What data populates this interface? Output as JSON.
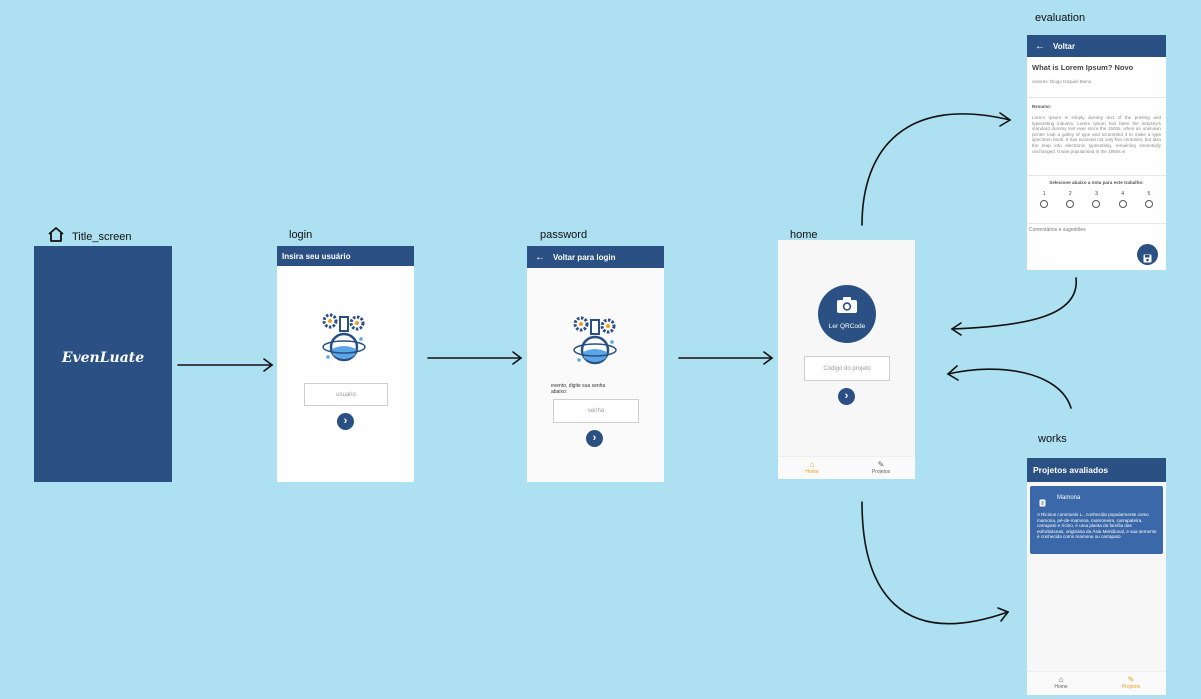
{
  "labels": {
    "title_screen": "Title_screen",
    "login": "login",
    "password": "password",
    "home": "home",
    "evaluation": "evaluation",
    "works": "works"
  },
  "title_screen": {
    "logo_text": "EvenLuate",
    "bg_color": "#2b5083"
  },
  "login": {
    "appbar_title": "Insira seu usuário",
    "input_placeholder": "usuario",
    "illustration": "science-flask-gears-icon",
    "next_icon": "chevron-right-icon"
  },
  "password": {
    "appbar_title": "Voltar para login",
    "hint_line1": "evento, digite sua senha",
    "hint_line2": "abaixo:",
    "input_placeholder": "senha",
    "next_icon": "chevron-right-icon"
  },
  "home": {
    "qr_label": "Ler QRCode",
    "input_placeholder": "Código do projeto",
    "nav": {
      "home": "Home",
      "projetos": "Projetos"
    }
  },
  "evaluation": {
    "appbar_title": "Voltar",
    "project_title": "What is Lorem Ipsum? Novo",
    "authors": "Autores: Diogo Izaquiel Bieno",
    "resumo_label": "Resumo:",
    "resumo_text": "Lorem Ipsum is simply dummy text of the printing and typesetting industry. Lorem Ipsum has been the industry's standard dummy text ever since the 1500s, when an unknown printer took a galley of type and scrambled it to make a type specimen book. It has survived not only five centuries, but also the leap into electronic typesetting, remaining essentially unchanged. It was popularised in the 1960s w",
    "rating_prompt": "Selecione abaixo a nota para este trabalho:",
    "rating_options": [
      "1",
      "2",
      "3",
      "4",
      "5"
    ],
    "comments_placeholder": "Comentários e sugestões"
  },
  "works": {
    "appbar_title": "Projetos avaliados",
    "card_title": "Mamona",
    "card_text": "A Ricinus communis L., conhecida popularmente como mamona, pé-de-mamona, mamoneira, carrapateira, carrapato e rícino, é uma planta da família das euforbiáceas, originária da Ásia Meridional, e sua semente é conhecida como mamona ou carrapato",
    "nav": {
      "home": "Home",
      "projetos": "Projetos"
    }
  },
  "colors": {
    "background": "#ade0f0",
    "primary": "#2b5083",
    "accent": "#f0a020",
    "card": "#3a68a8"
  }
}
